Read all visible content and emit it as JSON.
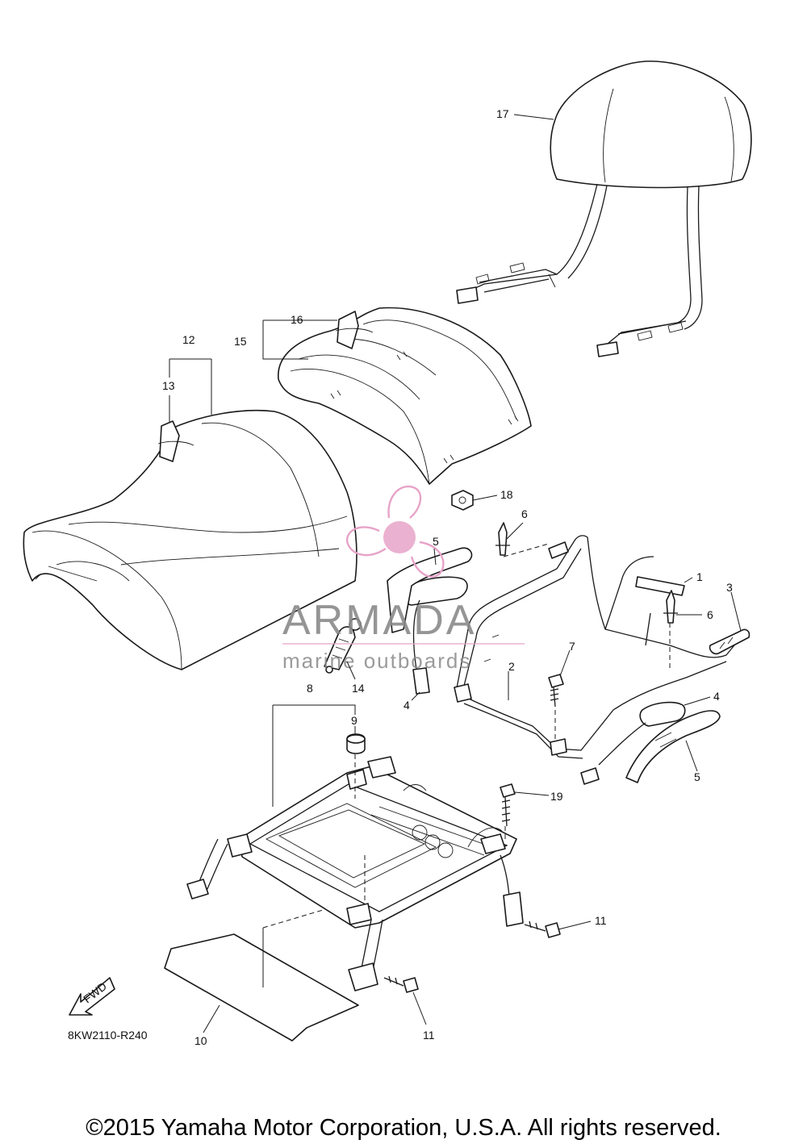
{
  "diagram": {
    "callouts": [
      "1",
      "2",
      "3",
      "4",
      "4",
      "5",
      "5",
      "6",
      "6",
      "7",
      "8",
      "9",
      "10",
      "11",
      "11",
      "12",
      "13",
      "14",
      "15",
      "16",
      "17",
      "18",
      "19"
    ],
    "diagram_code": "8KW2110-R240",
    "fwd_label": "FWD"
  },
  "watermark": {
    "brand": "ARMADA",
    "tagline": "marine outboards",
    "colors": {
      "gray": "#8a8a8a",
      "pink": "#e7a3c8"
    }
  },
  "footer": {
    "copyright": "©2015 Yamaha Motor Corporation, U.S.A. All rights reserved."
  }
}
